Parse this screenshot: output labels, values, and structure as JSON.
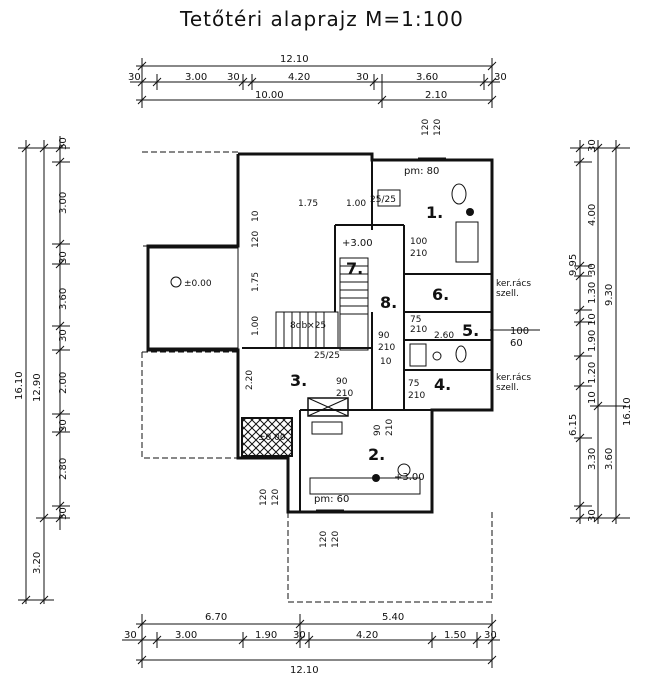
{
  "title": "Tetőtéri alaprajz  M=1:100",
  "dimensions": {
    "top_overall": "12.10",
    "top_row": [
      "30",
      "3.00",
      "30",
      "4.20",
      "30",
      "3.60",
      "30"
    ],
    "top_sub": [
      "10.00",
      "2.10"
    ],
    "bottom_overall": "12.10",
    "bottom_row": [
      "30",
      "3.00",
      "1.90",
      "30",
      "4.20",
      "1.50",
      "30"
    ],
    "bottom_sub": [
      "6.70",
      "5.40"
    ],
    "left_outer": "16.10",
    "left_mid": "12.90",
    "left_low": "3.20",
    "left_row": [
      "30",
      "3.00",
      "30",
      "3.60",
      "30",
      "2.00",
      "30",
      "2.80",
      "30"
    ],
    "right_outer": "16.10",
    "right_mid": "9.30",
    "right_top": "9.95",
    "right_bottom": "6.15",
    "right_row": [
      "30",
      "4.00",
      "30",
      "1.30",
      "10",
      "1.90",
      "1.20",
      "10",
      "3.30",
      "3.60",
      "30"
    ]
  },
  "rooms": [
    "1.",
    "2.",
    "3.",
    "4.",
    "5.",
    "6.",
    "7.",
    "8."
  ],
  "labels": {
    "pm_top": "pm: 80",
    "pm_bottom": "pm: 60",
    "level_left": "±0.00",
    "level_vent": "±0.00",
    "level_stair": "+3.00",
    "level_room2": "+3.00",
    "grille_1a": "ker.rács",
    "grille_1b": "szell.",
    "grille_2a": "ker.rács",
    "grille_2b": "szell.",
    "stairs": "8db×25",
    "d_25_25": "25/25",
    "d_25_25b": "25/25",
    "d_175": "1.75",
    "d_100": "1.00",
    "d_100b": "1.00",
    "d_120": "120",
    "d_10": "10",
    "d_175b": "1.75",
    "d_220": "2.20",
    "d_120_top": "120",
    "d_120_top2": "120",
    "door_100": "100",
    "door_210": "210",
    "door_90": "90",
    "door_210b": "210",
    "door_75": "75",
    "door_210c": "210",
    "door_90b": "90",
    "door_210d": "210",
    "door_75b": "75",
    "door_210e": "210",
    "door_90c": "90",
    "door_210f": "210",
    "d_260": "2.60",
    "win_100": "100",
    "win_60": "60",
    "d_10b": "10",
    "d_120a": "120",
    "d_120b": "120",
    "d_120c": "120",
    "d_120d": "120"
  }
}
